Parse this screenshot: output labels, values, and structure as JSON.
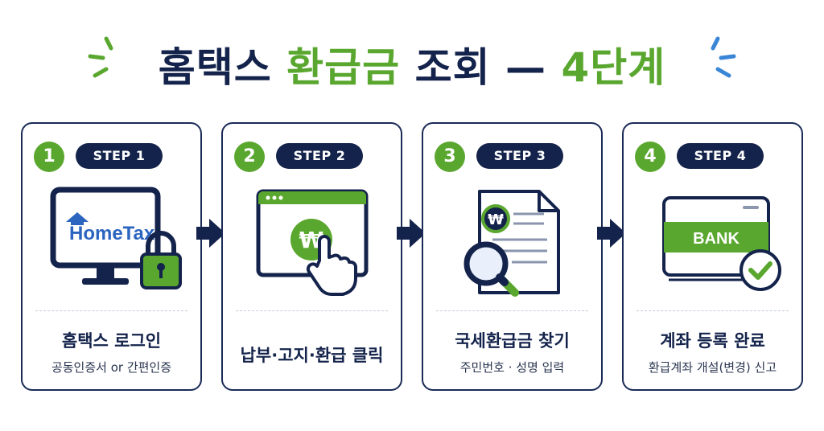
{
  "title": {
    "part1": "홈택스",
    "part2": "환급금",
    "part3": "조회 —",
    "part4": "4단계"
  },
  "colors": {
    "navy": "#14234b",
    "green": "#5aa72f",
    "blue_accent": "#3a86d6"
  },
  "steps": [
    {
      "number": "1",
      "step_label": "STEP 1",
      "illustration_text": "HomeTax",
      "illustration_icons": [
        "monitor-icon",
        "padlock-icon",
        "house-roof-icon"
      ],
      "title": "홈택스 로그인",
      "subtitle": "공동인증서 or 간편인증"
    },
    {
      "number": "2",
      "step_label": "STEP 2",
      "illustration_text": "₩",
      "illustration_icons": [
        "browser-window-icon",
        "won-coin-icon",
        "pointer-hand-icon"
      ],
      "title": "납부·고지·환급 클릭",
      "subtitle": ""
    },
    {
      "number": "3",
      "step_label": "STEP 3",
      "illustration_text": "₩",
      "illustration_icons": [
        "document-icon",
        "won-badge-icon",
        "magnifier-icon"
      ],
      "title": "국세환급금 찾기",
      "subtitle": "주민번호 · 성명 입력"
    },
    {
      "number": "4",
      "step_label": "STEP 4",
      "illustration_text": "BANK",
      "illustration_icons": [
        "bank-card-icon",
        "checkmark-icon"
      ],
      "title": "계좌 등록 완료",
      "subtitle": "환급계좌 개설(변경) 신고"
    }
  ]
}
